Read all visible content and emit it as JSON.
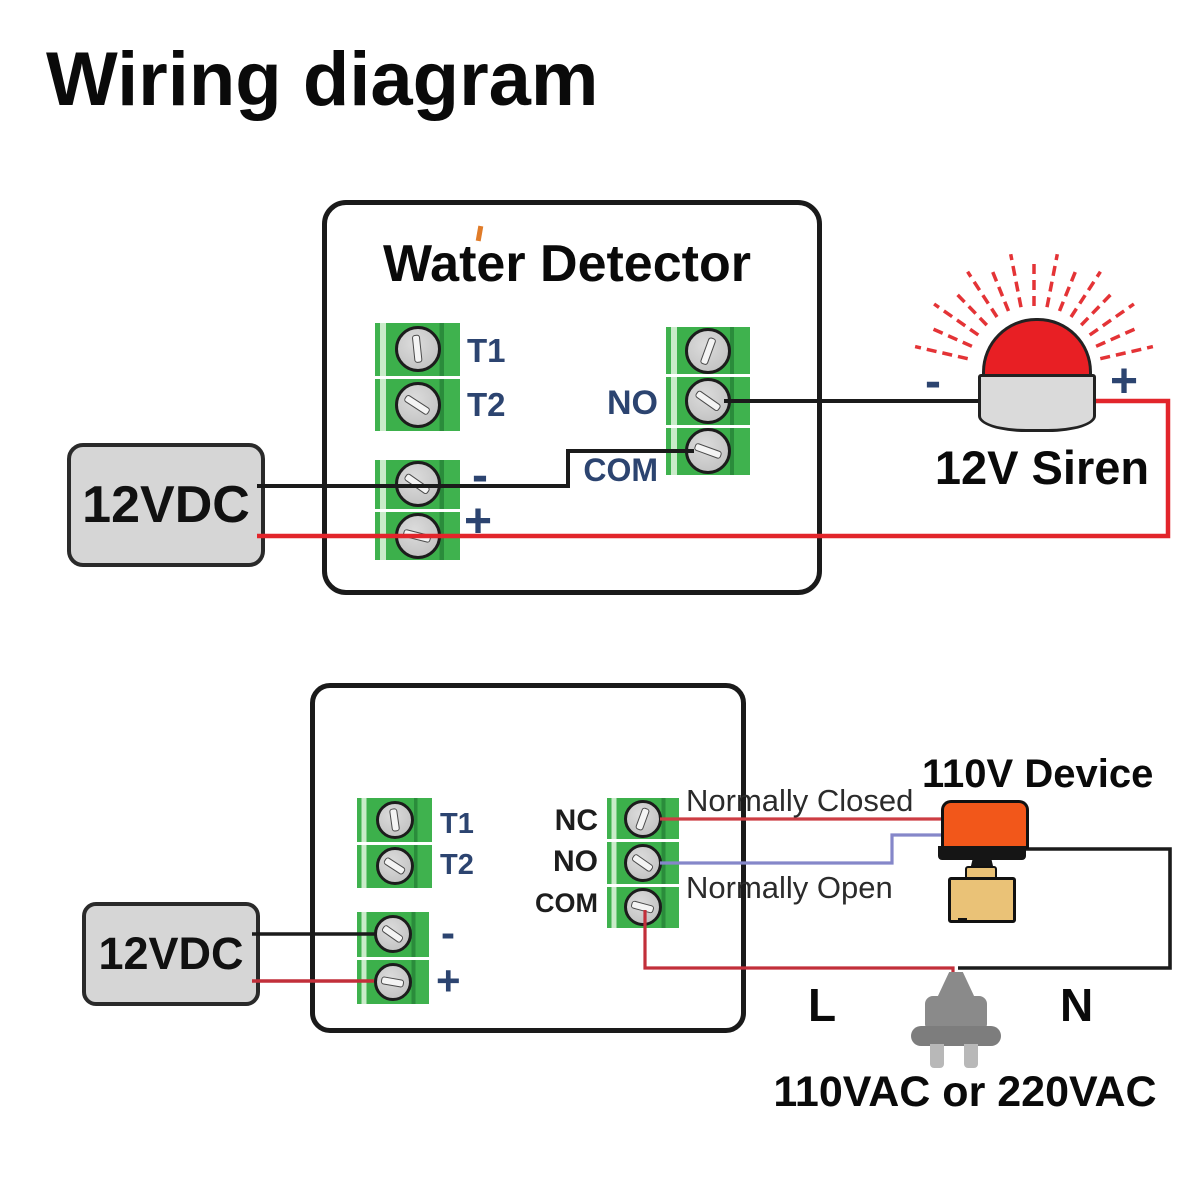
{
  "page": {
    "title": "Wiring diagram"
  },
  "top_diagram": {
    "box_title": "Water Detector",
    "power_label": "12VDC",
    "t1": "T1",
    "t2": "T2",
    "minus": "-",
    "plus": "+",
    "no": "NO",
    "com": "COM",
    "siren": {
      "minus": "-",
      "plus": "+",
      "label": "12V Siren"
    }
  },
  "bottom_diagram": {
    "power_label": "12VDC",
    "t1": "T1",
    "t2": "T2",
    "minus": "-",
    "plus": "+",
    "nc": "NC",
    "no": "NO",
    "com": "COM",
    "device_label": "110V Device",
    "normally_closed": "Normally Closed",
    "normally_open": "Normally Open",
    "line_label": "L",
    "neutral_label": "N",
    "ac_label": "110VAC or 220VAC"
  },
  "colors": {
    "wire_red": "#e2252b",
    "wire_red_nc": "#cd3d44",
    "wire_red_com": "#c22f3a",
    "wire_blue": "#8587c9",
    "wire_black": "#1b1b1b",
    "terminal_green": "#3cb04b",
    "siren_red": "#e81f24",
    "device_orange": "#f2571a",
    "valve_tan": "#eac277",
    "label_navy": "#2c4470"
  }
}
